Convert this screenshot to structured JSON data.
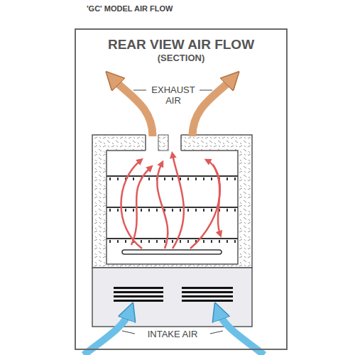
{
  "diagram": {
    "title": "'GC' MODEL AIR FLOW",
    "nodes": [
      {
        "text": [
          "REAR VIEW AIR FLOW",
          "(SECTION)"
        ]
      }
    ],
    "labels": [
      "EXHAUST AIR",
      "INTAKE AIR"
    ]
  }
}
